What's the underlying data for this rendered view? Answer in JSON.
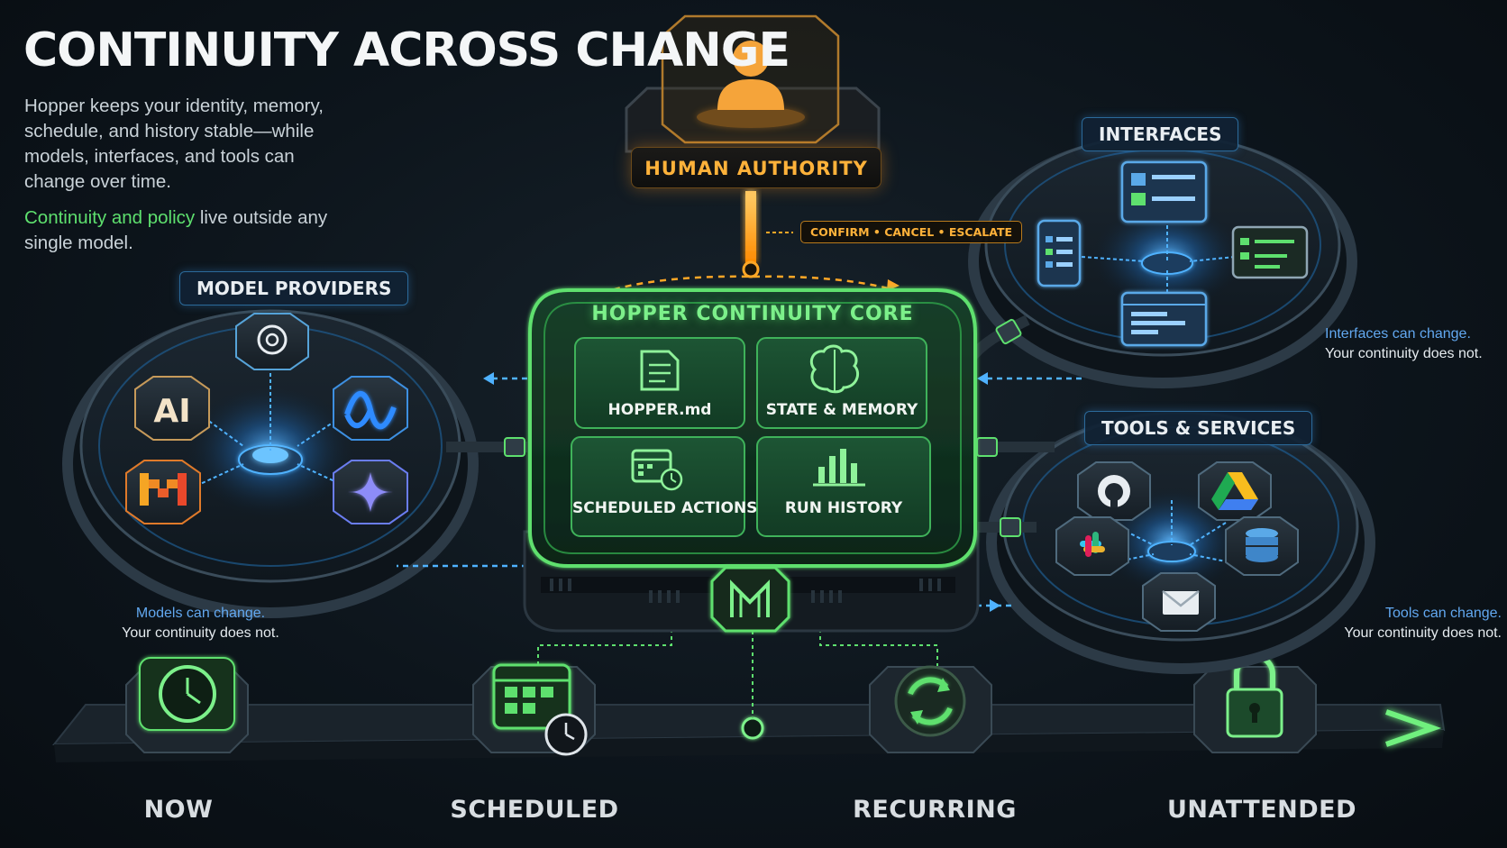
{
  "title": "CONTINUITY ACROSS CHANGE",
  "intro": {
    "paragraph1": "Hopper keeps your identity, memory, schedule, and history stable—while models, interfaces, and tools can change over time.",
    "highlight": "Continuity and policy",
    "paragraph2_rest": " live outside any single model."
  },
  "human_authority": {
    "label": "HUMAN AUTHORITY",
    "actions": "CONFIRM • CANCEL • ESCALATE",
    "icon": "person-icon"
  },
  "core": {
    "title": "HOPPER CONTINUITY CORE",
    "tiles": [
      {
        "label": "HOPPER.md",
        "icon": "document-icon"
      },
      {
        "label": "STATE & MEMORY",
        "icon": "brain-icon"
      },
      {
        "label": "SCHEDULED ACTIONS",
        "icon": "calendar-clock-icon"
      },
      {
        "label": "RUN HISTORY",
        "icon": "bar-chart-icon"
      }
    ]
  },
  "model_providers": {
    "label": "MODEL PROVIDERS",
    "icons": [
      "openai-icon",
      "anthropic-icon",
      "meta-icon",
      "mistral-icon",
      "gemini-icon"
    ],
    "note_line1": "Models can change.",
    "note_line2": "Your continuity does not."
  },
  "interfaces": {
    "label": "INTERFACES",
    "icons": [
      "monitor-icon",
      "phone-icon",
      "terminal-icon",
      "browser-icon"
    ],
    "note_line1": "Interfaces can change.",
    "note_line2": "Your continuity does not."
  },
  "tools_services": {
    "label": "TOOLS & SERVICES",
    "icons": [
      "github-icon",
      "google-drive-icon",
      "slack-icon",
      "database-icon",
      "mail-icon"
    ],
    "note_line1": "Tools can change.",
    "note_line2": "Your continuity does not."
  },
  "timeline": [
    {
      "label": "NOW",
      "icon": "clock-icon"
    },
    {
      "label": "SCHEDULED",
      "icon": "calendar-icon"
    },
    {
      "label": "RECURRING",
      "icon": "refresh-icon"
    },
    {
      "label": "UNATTENDED",
      "icon": "lock-icon"
    }
  ],
  "colors": {
    "green": "#5ee06e",
    "blue": "#3d9bff",
    "orange": "#ffa726",
    "background": "#0d151c"
  }
}
